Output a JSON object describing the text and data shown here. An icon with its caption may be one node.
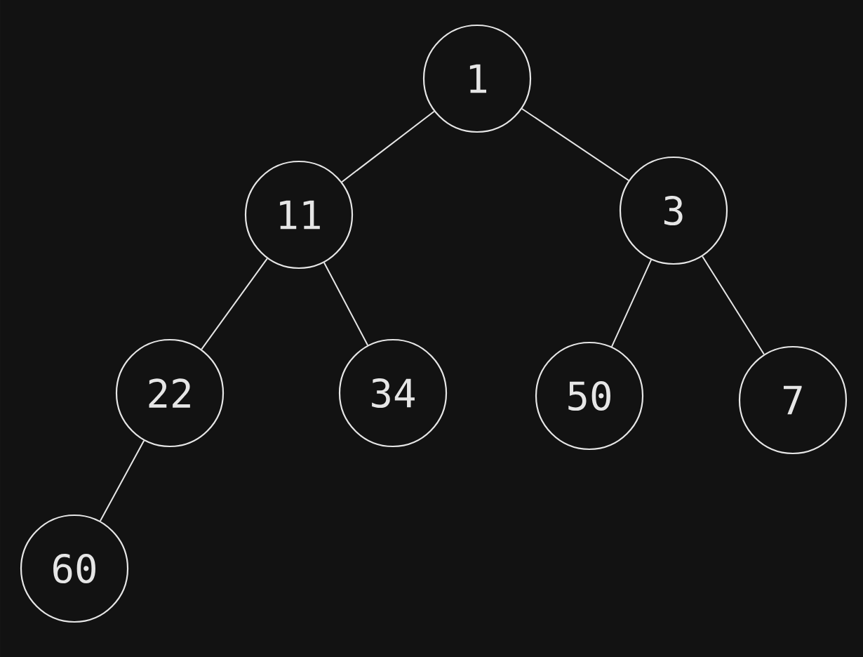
{
  "diagram": {
    "nodes": [
      {
        "text": [
          "1"
        ]
      },
      {
        "text": [
          "11"
        ]
      },
      {
        "text": [
          "3"
        ]
      },
      {
        "text": [
          "22"
        ]
      },
      {
        "text": [
          "34"
        ]
      },
      {
        "text": [
          "50"
        ]
      },
      {
        "text": [
          "7"
        ]
      },
      {
        "text": [
          "60"
        ]
      }
    ],
    "edges": [
      {
        "from": 0,
        "to": 1,
        "arrow": "none"
      },
      {
        "from": 0,
        "to": 2,
        "arrow": "none"
      },
      {
        "from": 1,
        "to": 3,
        "arrow": "none"
      },
      {
        "from": 1,
        "to": 4,
        "arrow": "none"
      },
      {
        "from": 2,
        "to": 5,
        "arrow": "none"
      },
      {
        "from": 2,
        "to": 6,
        "arrow": "none"
      },
      {
        "from": 3,
        "to": 7,
        "arrow": "none"
      }
    ]
  }
}
